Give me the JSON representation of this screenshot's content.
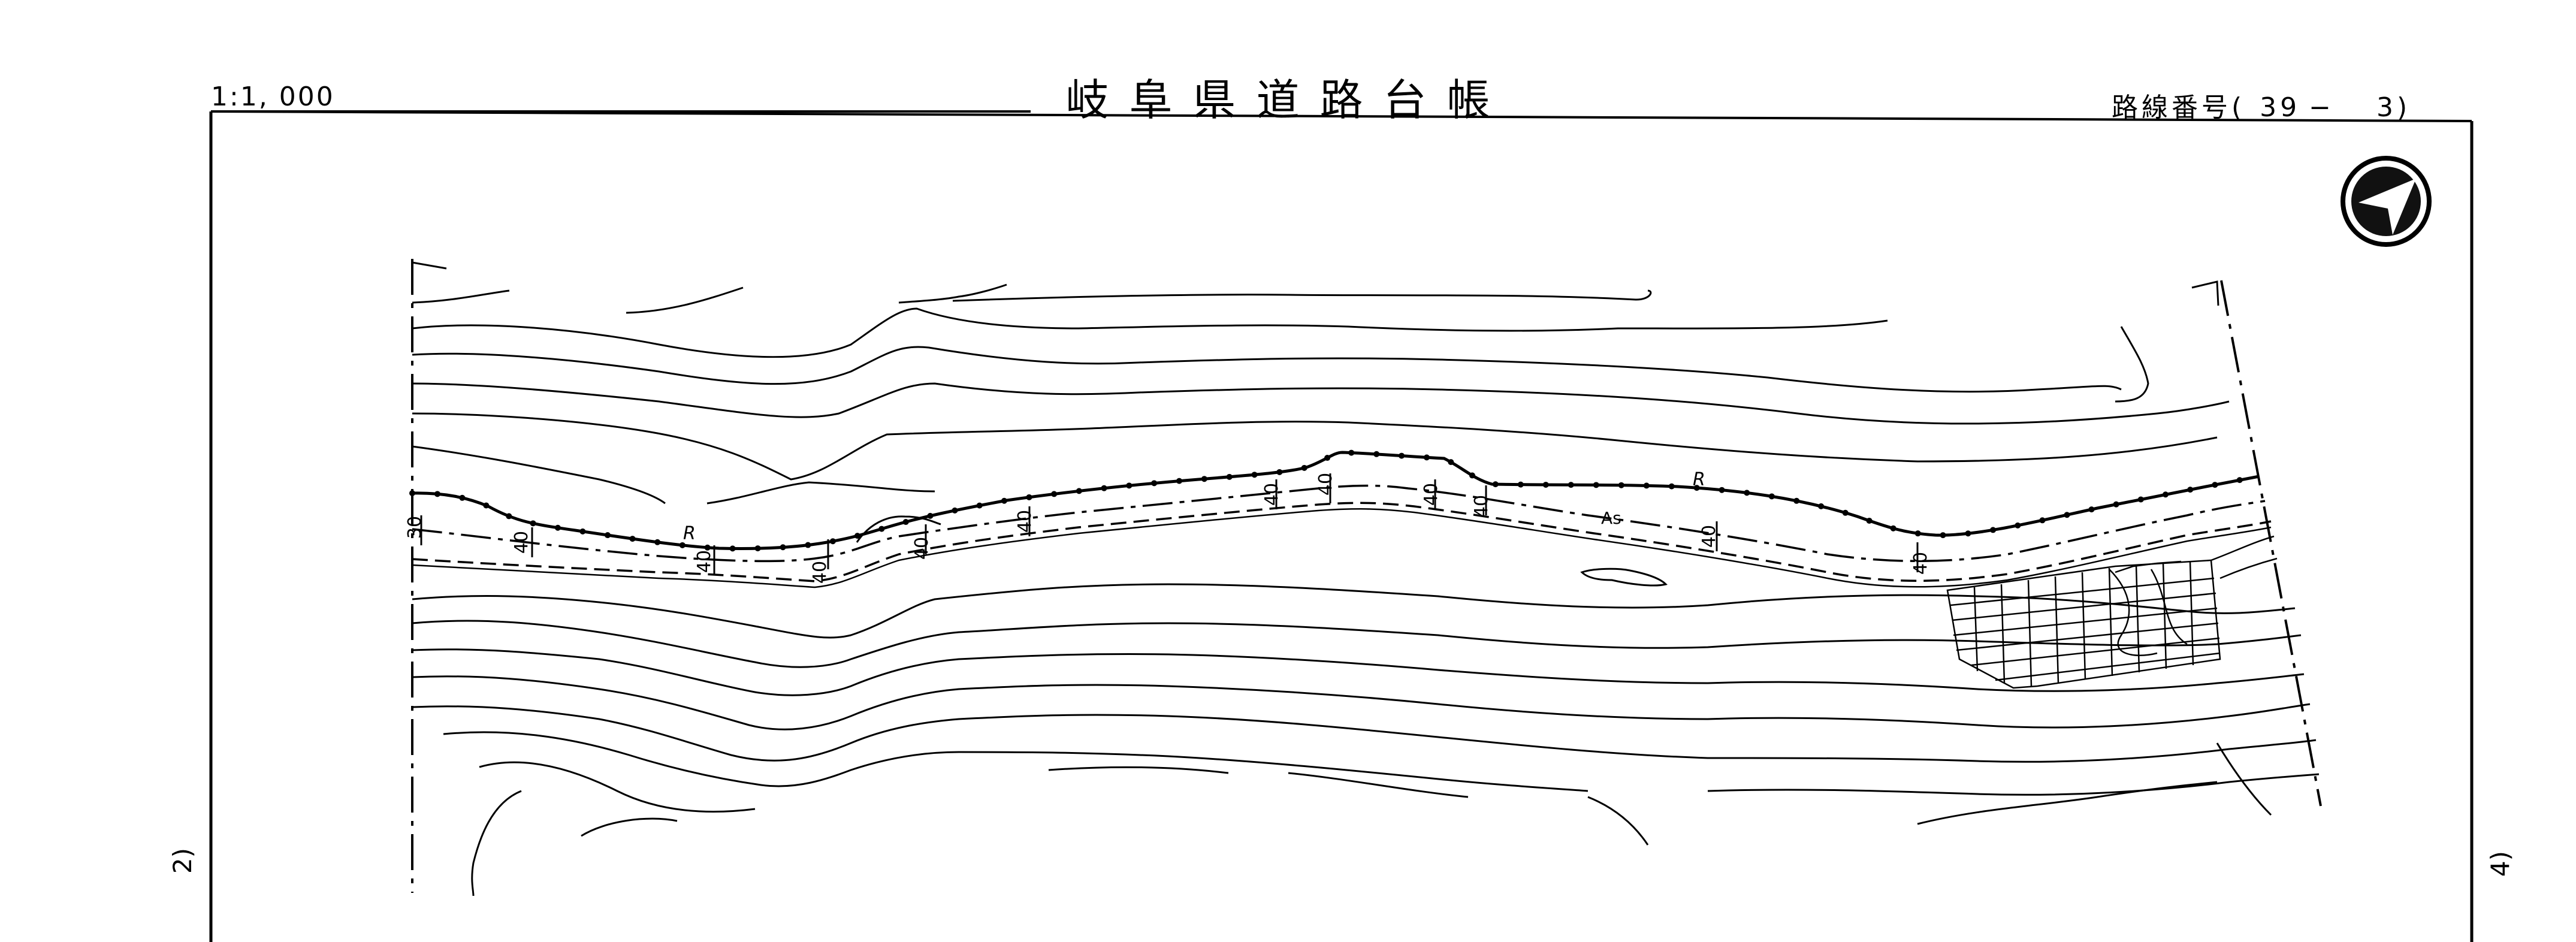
{
  "sheet": {
    "title": "岐阜県道路台帳",
    "scale": "1:1, 000",
    "route_label": "路線番号(",
    "route_main": "39",
    "route_dash": "−",
    "route_sub": "3)",
    "prev_sheet": "2)",
    "next_sheet": "4)"
  },
  "map": {
    "chainage_labels": [
      "30",
      "40",
      "40",
      "40",
      "40",
      "40",
      "40",
      "40",
      "40",
      "40",
      "40",
      "40"
    ],
    "retaining_wall_marks": [
      "R",
      "R"
    ],
    "surface_mark": "As",
    "north_arrow": "north-arrow-icon"
  }
}
